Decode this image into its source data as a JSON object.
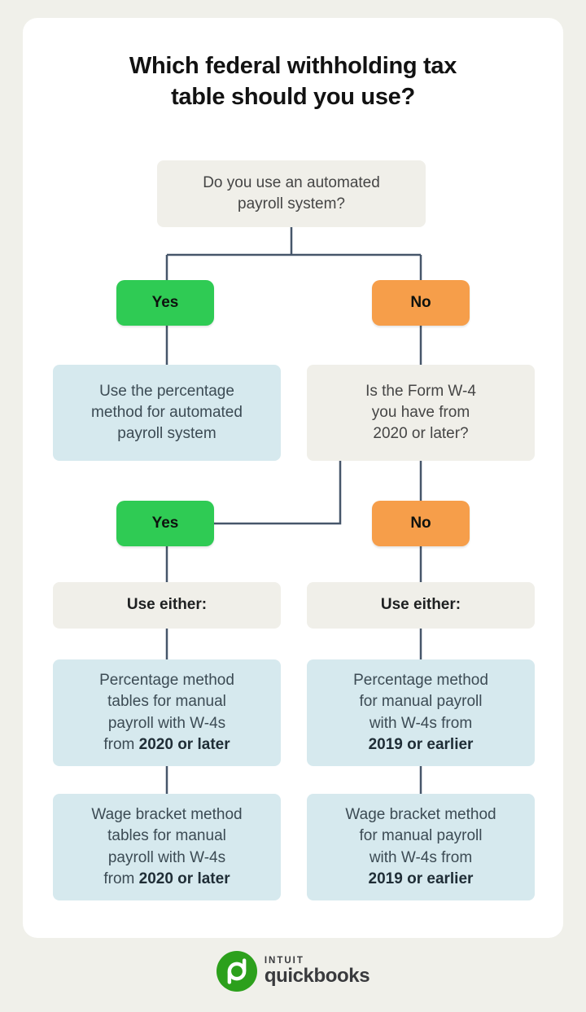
{
  "title": "Which federal withholding tax\ntable should you use?",
  "colors": {
    "page_background": "#f0f0ea",
    "card_background": "#ffffff",
    "neutral_box": "#f0efe9",
    "info_box": "#d6e9ee",
    "yes_button": "#2fcb54",
    "no_button": "#f69e4a",
    "connector_line": "#46566a",
    "logo_green": "#2ca01c"
  },
  "flowchart": {
    "question_automated": "Do you use an automated\npayroll system?",
    "yes_1": "Yes",
    "no_1": "No",
    "automated_result": "Use the percentage\nmethod for automated\npayroll system",
    "question_w4": "Is the Form W-4\nyou have from\n2020 or later?",
    "yes_2": "Yes",
    "no_2": "No",
    "use_either_left": "Use either:",
    "use_either_right": "Use either:",
    "percentage_2020": {
      "text": "Percentage method\ntables for manual\npayroll with W-4s\nfrom ",
      "bold": "2020 or later"
    },
    "percentage_2019": {
      "text": "Percentage method\nfor manual payroll\nwith W-4s from\n",
      "bold": "2019 or earlier"
    },
    "wage_2020": {
      "text": "Wage bracket method\ntables for manual\npayroll with W-4s\nfrom ",
      "bold": "2020 or later"
    },
    "wage_2019": {
      "text": "Wage bracket method\nfor manual payroll\nwith W-4s from\n",
      "bold": "2019 or earlier"
    }
  },
  "footer": {
    "brand_top": "INTUIT",
    "brand_bottom": "quickbooks"
  }
}
